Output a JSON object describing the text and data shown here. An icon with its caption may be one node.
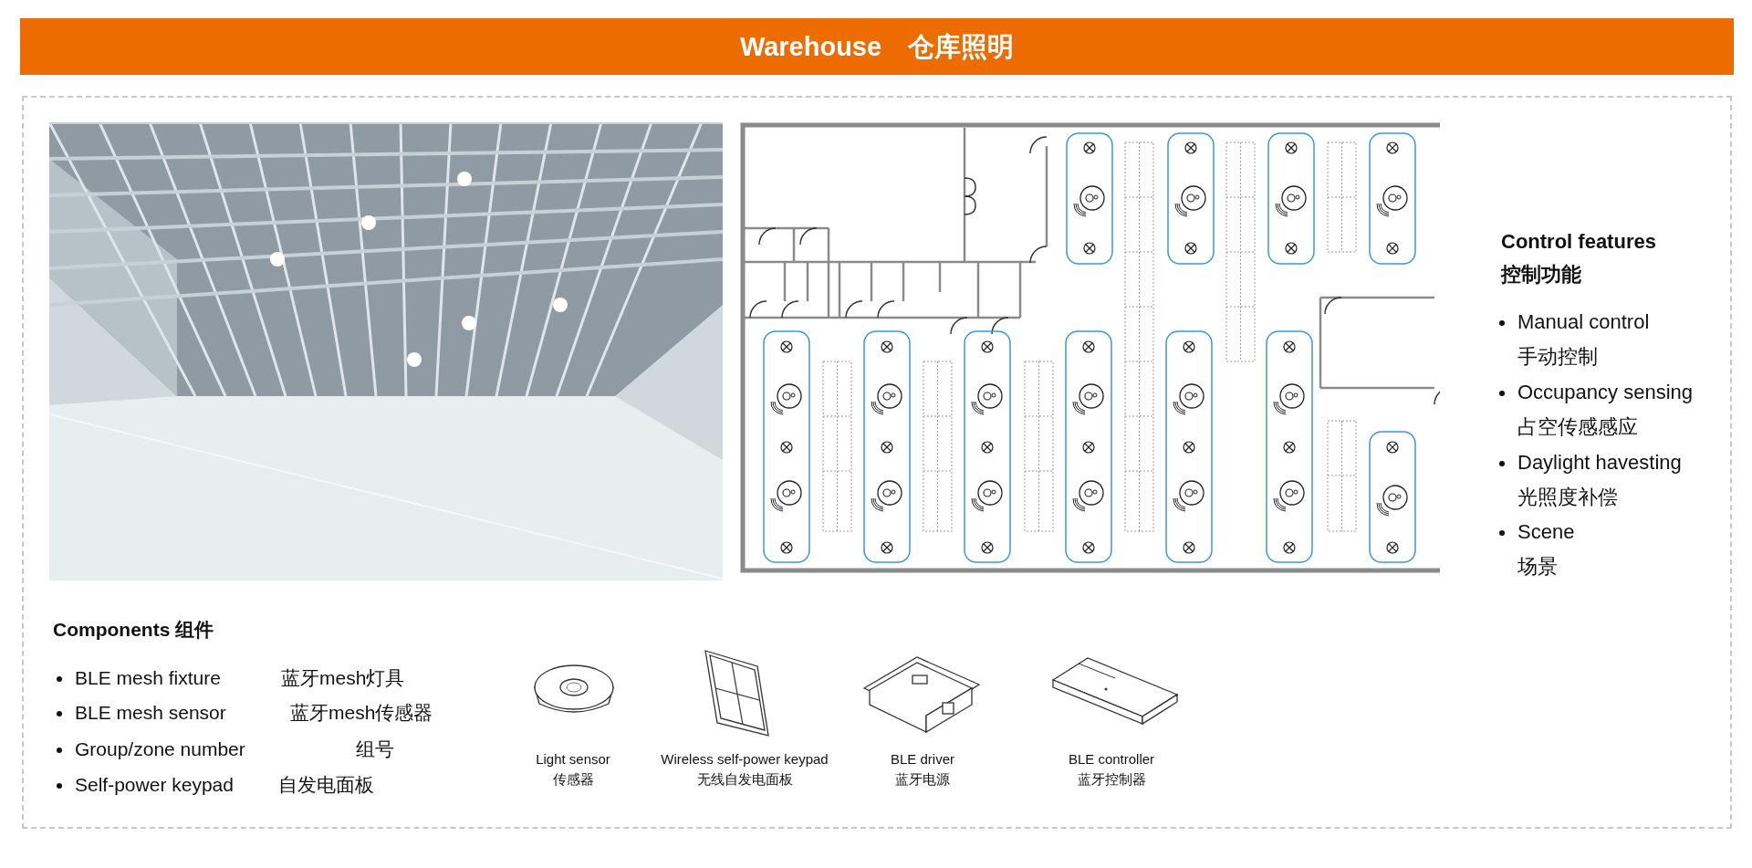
{
  "diagram": {
    "title": "Warehouse　仓库照明",
    "labels": [
      "Control features",
      "控制功能",
      "Manual control",
      "手动控制",
      "Occupancy sensing",
      "占空传感感应",
      "Daylight havesting",
      "光照度补偿",
      "Scene",
      "场景",
      "Components 组件",
      "BLE mesh fixture",
      "蓝牙mesh灯具",
      "BLE mesh sensor",
      "蓝牙mesh传感器",
      "Group/zone number",
      "组号",
      "Self-power keypad",
      "自发电面板",
      "Light sensor",
      "传感器",
      "Wireless self-power keypad",
      "无线自发电面板",
      "BLE driver",
      "蓝牙电源",
      "BLE controller",
      "蓝牙控制器"
    ]
  }
}
